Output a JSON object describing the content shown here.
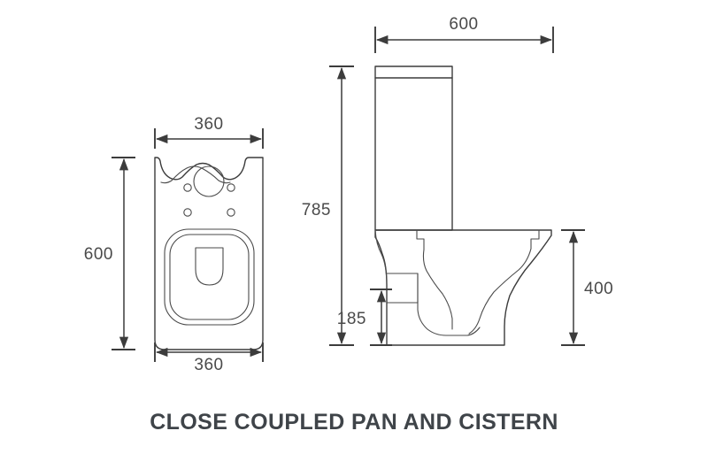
{
  "drawing": {
    "title": "CLOSE COUPLED PAN AND CISTERN",
    "line_color": "#3c3c3c",
    "text_color": "#4a4a4a",
    "title_color": "#3f4449",
    "background": "#ffffff",
    "units": "mm"
  },
  "views": {
    "plan": {
      "name": "front-plan-view",
      "dimensions": {
        "top_width": "360",
        "bottom_width": "360",
        "height": "600"
      }
    },
    "side": {
      "name": "side-elevation-view",
      "dimensions": {
        "depth": "600",
        "total_height": "785",
        "seat_height": "400",
        "trap_height": "185"
      }
    }
  },
  "dimension_labels": [
    {
      "id": "plan-top-width",
      "value": "360",
      "orientation": "horizontal"
    },
    {
      "id": "plan-bottom-width",
      "value": "360",
      "orientation": "horizontal"
    },
    {
      "id": "plan-height",
      "value": "600",
      "orientation": "vertical"
    },
    {
      "id": "side-depth",
      "value": "600",
      "orientation": "horizontal"
    },
    {
      "id": "side-total-height",
      "value": "785",
      "orientation": "vertical"
    },
    {
      "id": "side-seat-height",
      "value": "400",
      "orientation": "vertical"
    },
    {
      "id": "side-trap-height",
      "value": "185",
      "orientation": "vertical"
    }
  ]
}
